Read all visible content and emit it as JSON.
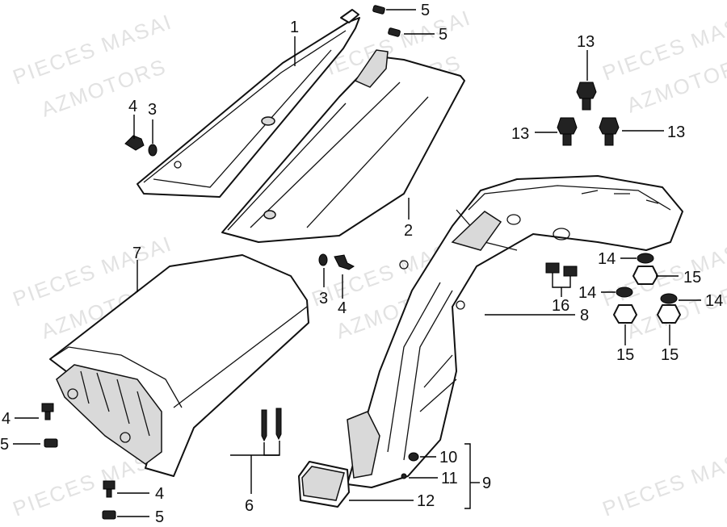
{
  "watermark": {
    "line1": "PIECES MASAI",
    "line2": "AZMOTORS"
  },
  "callouts": {
    "n1": "1",
    "n2": "2",
    "n3": "3",
    "n4": "4",
    "n5": "5",
    "n6": "6",
    "n7": "7",
    "n8": "8",
    "n9": "9",
    "n10": "10",
    "n11": "11",
    "n12": "12",
    "n13": "13",
    "n14": "14",
    "n15": "15",
    "n16": "16"
  },
  "colors": {
    "line": "#111111",
    "watermark": "#e2e2e2",
    "background": "#ffffff"
  }
}
